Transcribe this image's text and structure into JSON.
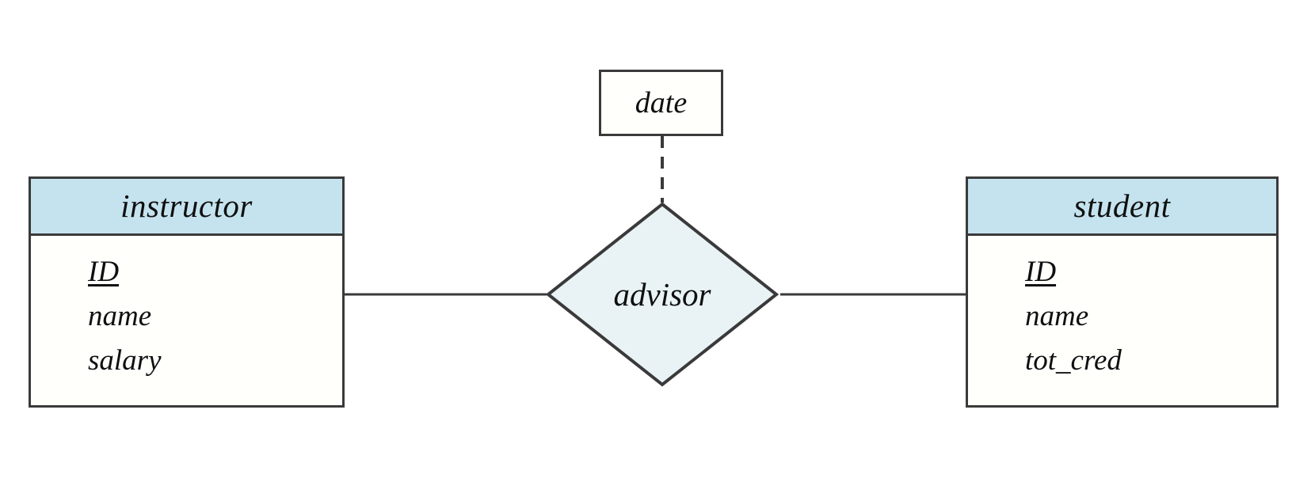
{
  "diagram": {
    "type": "entity-relationship-diagram",
    "notation": "Chen",
    "colors": {
      "entity_header_fill": "#c5e3ee",
      "entity_body_fill": "#fffffc",
      "relationship_fill": "#e9f3f6",
      "attribute_fill": "#fffffc",
      "stroke": "#3a3a3a",
      "text": "#101010",
      "background": "#ffffff"
    },
    "entities": [
      {
        "id": "instructor",
        "name": "instructor",
        "attributes": [
          {
            "label": "ID",
            "primary_key": true
          },
          {
            "label": "name",
            "primary_key": false
          },
          {
            "label": "salary",
            "primary_key": false
          }
        ]
      },
      {
        "id": "student",
        "name": "student",
        "attributes": [
          {
            "label": "ID",
            "primary_key": true
          },
          {
            "label": "name",
            "primary_key": false
          },
          {
            "label": "tot_cred",
            "primary_key": false
          }
        ]
      }
    ],
    "relationships": [
      {
        "id": "advisor",
        "name": "advisor",
        "shape": "diamond",
        "participants": [
          "instructor",
          "student"
        ]
      }
    ],
    "descriptive_attributes": [
      {
        "id": "date",
        "name": "date",
        "shape": "rectangle",
        "attached_to": "advisor",
        "line_style": "dashed"
      }
    ],
    "edges": [
      {
        "from": "instructor",
        "to": "advisor",
        "style": "solid"
      },
      {
        "from": "advisor",
        "to": "student",
        "style": "solid"
      },
      {
        "from": "date",
        "to": "advisor",
        "style": "dashed"
      }
    ]
  }
}
